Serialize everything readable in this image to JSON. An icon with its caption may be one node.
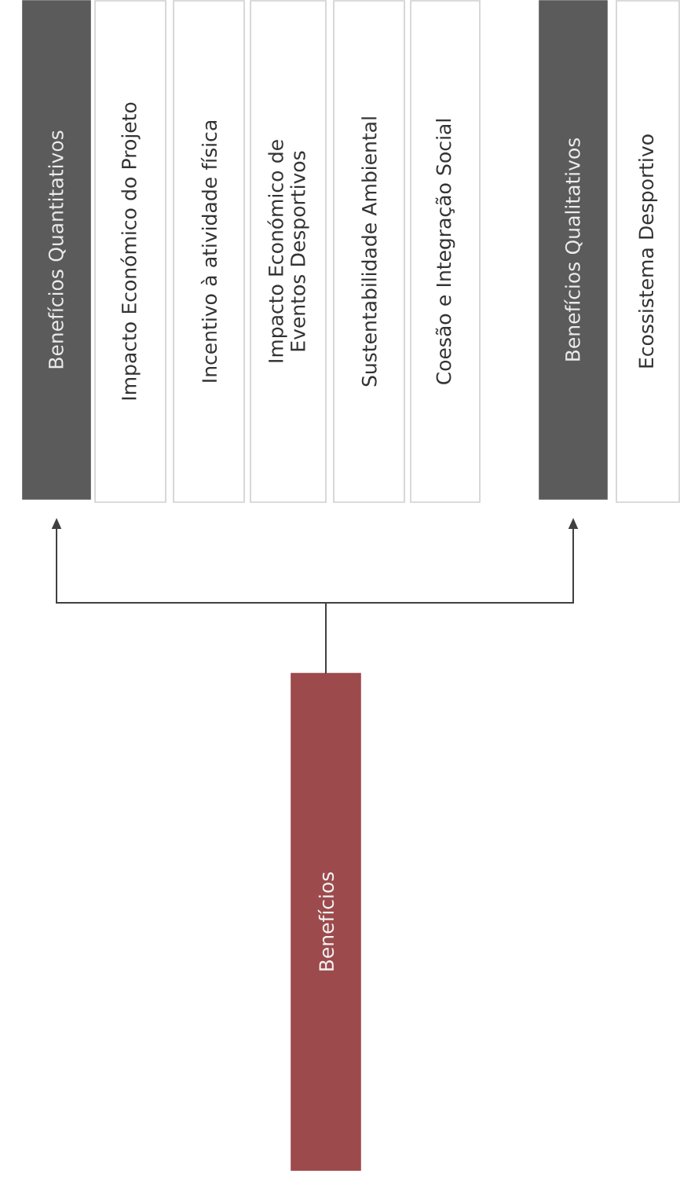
{
  "diagram": {
    "nodes": [
      {
        "text": [
          "Benefícios Quantitativos"
        ]
      },
      {
        "text": [
          "Impacto Económico do Projeto"
        ]
      },
      {
        "text": [
          "Incentivo à atividade física"
        ]
      },
      {
        "text": [
          "Impacto Económico de Eventos Desportivos"
        ]
      },
      {
        "text": [
          "Sustentabilidade Ambiental"
        ]
      },
      {
        "text": [
          "Coesão e Integração Social"
        ]
      },
      {
        "text": [
          "Benefícios Qualitativos"
        ]
      },
      {
        "text": [
          "Ecossistema Desportivo"
        ]
      },
      {
        "text": [
          "Benefícios"
        ]
      }
    ],
    "edges": [
      {
        "from": 8,
        "to": 0,
        "arrow": "to"
      },
      {
        "from": 8,
        "to": 6,
        "arrow": "to"
      }
    ]
  }
}
